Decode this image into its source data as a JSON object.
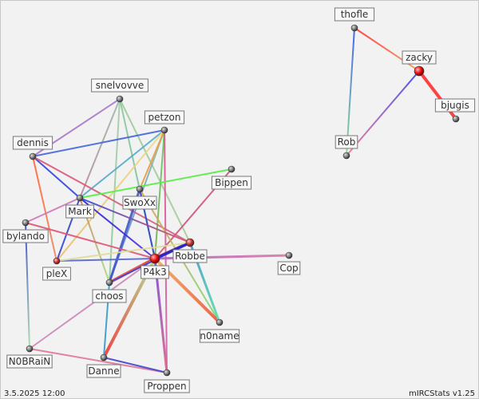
{
  "nodes": [
    {
      "id": "thofle",
      "label": "thofle"
    },
    {
      "id": "zacky",
      "label": "zacky"
    },
    {
      "id": "bjugis",
      "label": "bjugis"
    },
    {
      "id": "Rob",
      "label": "Rob"
    },
    {
      "id": "snelvovve",
      "label": "snelvovve"
    },
    {
      "id": "petzon",
      "label": "petzon"
    },
    {
      "id": "dennis",
      "label": "dennis"
    },
    {
      "id": "Bippen",
      "label": "Bippen"
    },
    {
      "id": "SwoXx",
      "label": "SwoXx"
    },
    {
      "id": "Mark",
      "label": "Mark"
    },
    {
      "id": "bylando",
      "label": "bylando"
    },
    {
      "id": "Robbe",
      "label": "Robbe"
    },
    {
      "id": "P4k3",
      "label": "P4k3"
    },
    {
      "id": "Cop",
      "label": "Cop"
    },
    {
      "id": "pleX",
      "label": "pleX"
    },
    {
      "id": "choos",
      "label": "choos"
    },
    {
      "id": "n0name",
      "label": "n0name"
    },
    {
      "id": "N0BRaiN",
      "label": "N0BRaiN"
    },
    {
      "id": "Danne",
      "label": "Danne"
    },
    {
      "id": "Proppen",
      "label": "Proppen"
    }
  ],
  "edges": [
    [
      "thofle",
      "zacky",
      "#ff3333",
      "#f0a060"
    ],
    [
      "thofle",
      "Rob",
      "#3355ee",
      "#88dd88"
    ],
    [
      "zacky",
      "bjugis",
      "#ff3030",
      "#ff3030"
    ],
    [
      "zacky",
      "Rob",
      "#3344ee",
      "#ee7799"
    ],
    [
      "snelvovve",
      "dennis",
      "#aa77cc",
      "#aa77cc"
    ],
    [
      "snelvovve",
      "Mark",
      "#99bbaa",
      "#bb8899"
    ],
    [
      "snelvovve",
      "choos",
      "#aaccaa",
      "#88cc99"
    ],
    [
      "snelvovve",
      "P4k3",
      "#88cc99",
      "#77bbaa"
    ],
    [
      "snelvovve",
      "Robbe",
      "#99cc99",
      "#aacc99"
    ],
    [
      "petzon",
      "dennis",
      "#4466dd",
      "#4466dd"
    ],
    [
      "petzon",
      "Mark",
      "#55aacc",
      "#55aacc"
    ],
    [
      "petzon",
      "pleX",
      "#eedd88",
      "#eebb66"
    ],
    [
      "petzon",
      "choos",
      "#88cc99",
      "#5577dd"
    ],
    [
      "petzon",
      "P4k3",
      "#66cc66",
      "#77aa55"
    ],
    [
      "petzon",
      "Proppen",
      "#dd5588",
      "#cc66aa"
    ],
    [
      "petzon",
      "SwoXx",
      "#ee9944",
      "#ee9944"
    ],
    [
      "dennis",
      "Mark",
      "#3344dd",
      "#3344dd"
    ],
    [
      "dennis",
      "pleX",
      "#ff6633",
      "#ee8866"
    ],
    [
      "dennis",
      "Robbe",
      "#dd5577",
      "#cc6688"
    ],
    [
      "Bippen",
      "Mark",
      "#55ee44",
      "#55ee44"
    ],
    [
      "Bippen",
      "P4k3",
      "#cc5577",
      "#cc5577"
    ],
    [
      "SwoXx",
      "P4k3",
      "#3344cc",
      "#3344cc"
    ],
    [
      "SwoXx",
      "n0name",
      "#ee9955",
      "#77dd77"
    ],
    [
      "SwoXx",
      "choos",
      "#4455cc",
      "#4455cc"
    ],
    [
      "Mark",
      "P4k3",
      "#2222cc",
      "#5533dd"
    ],
    [
      "Mark",
      "Robbe",
      "#3344dd",
      "#dd5555"
    ],
    [
      "Mark",
      "choos",
      "#cc8855",
      "#aadd88"
    ],
    [
      "Mark",
      "pleX",
      "#3344cc",
      "#3344cc"
    ],
    [
      "Mark",
      "bylando",
      "#cc77bb",
      "#cc77bb"
    ],
    [
      "bylando",
      "P4k3",
      "#dd5577",
      "#dd5577"
    ],
    [
      "bylando",
      "N0BRaiN",
      "#3344cc",
      "#aaddaa"
    ],
    [
      "P4k3",
      "Robbe",
      "#ee3333",
      "#3344dd"
    ],
    [
      "P4k3",
      "Cop",
      "#aa66bb",
      "#dd77aa"
    ],
    [
      "P4k3",
      "pleX",
      "#5566cc",
      "#5566cc"
    ],
    [
      "P4k3",
      "choos",
      "#ee3333",
      "#ee6644"
    ],
    [
      "P4k3",
      "n0name",
      "#eeaa66",
      "#ee5533"
    ],
    [
      "P4k3",
      "Danne",
      "#aadd88",
      "#ee3333"
    ],
    [
      "P4k3",
      "Proppen",
      "#7744dd",
      "#dd6688"
    ],
    [
      "P4k3",
      "N0BRaiN",
      "#cc88bb",
      "#cc88bb"
    ],
    [
      "Robbe",
      "pleX",
      "#dddd99",
      "#dddd99"
    ],
    [
      "Robbe",
      "choos",
      "#3344dd",
      "#3344dd"
    ],
    [
      "Robbe",
      "n0name",
      "#3399cc",
      "#66ddaa"
    ],
    [
      "choos",
      "Danne",
      "#3399cc",
      "#3399cc"
    ],
    [
      "N0BRaiN",
      "Proppen",
      "#dd7799",
      "#dd7799"
    ],
    [
      "Danne",
      "Proppen",
      "#4444cc",
      "#4444cc"
    ],
    [
      "Robbe",
      "P4k3",
      "#2222cc",
      "#2222cc"
    ]
  ],
  "footer": {
    "date": "3.5.2025 12:00",
    "version": "mIRCStats v1.25"
  }
}
